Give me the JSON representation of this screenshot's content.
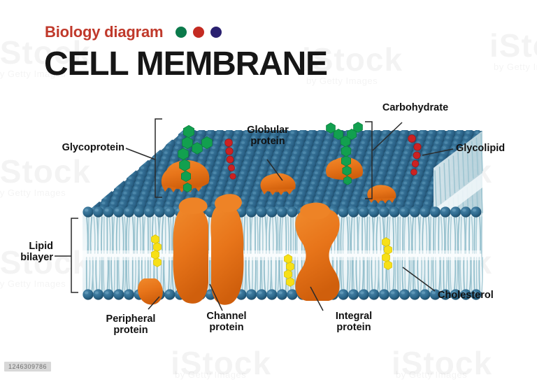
{
  "header": {
    "kicker": "Biology diagram",
    "title": "CELL MEMBRANE",
    "dots": [
      {
        "name": "green-dot",
        "color": "#0B7A4B"
      },
      {
        "name": "red-dot",
        "color": "#C42B22"
      },
      {
        "name": "purple-dot",
        "color": "#2A2070"
      }
    ]
  },
  "watermarks": {
    "brand": "iStock",
    "byline": "by Getty Images",
    "image_id": "1246309786"
  },
  "labels": {
    "glycoprotein": "Glycoprotein",
    "globular_protein": "Globular\nprotein",
    "carbohydrate": "Carbohydrate",
    "glycolipid": "Glycolipid",
    "lipid_bilayer": "Lipid\nbilayer",
    "peripheral_protein": "Peripheral\nprotein",
    "channel_protein": "Channel\nprotein",
    "integral_protein": "Integral\nprotein",
    "cholesterol": "Cholesterol"
  },
  "colors": {
    "phospholipid_head": "#2E6A8E",
    "phospholipid_head_dark": "#1E4E6B",
    "phospholipid_tail": "#7FB6C4",
    "bilayer_fill": "#E8F2F5",
    "protein_orange": "#E8751A",
    "protein_orange_dark": "#D4600F",
    "carbohydrate_green": "#12A04F",
    "glycolipid_red": "#CC2222",
    "cholesterol_yellow": "#F7E017",
    "kicker_red": "#C0392B",
    "title_black": "#161616",
    "leader_line": "#2A2A2A"
  },
  "diagram": {
    "type": "cell-membrane-cross-section",
    "structures": [
      {
        "name": "glycoprotein",
        "description": "branched green carbohydrate chain on orange membrane protein"
      },
      {
        "name": "globular-protein",
        "description": "orange dome protein on outer surface"
      },
      {
        "name": "glycolipid",
        "description": "red carbohydrate bead chain on lipid head"
      },
      {
        "name": "channel-protein",
        "description": "twin-lobed orange protein spanning bilayer with central pore"
      },
      {
        "name": "integral-protein",
        "description": "hourglass orange protein spanning bilayer"
      },
      {
        "name": "peripheral-protein",
        "description": "orange protein attached to inner surface"
      },
      {
        "name": "cholesterol",
        "description": "yellow hexagon stacks between phospholipid tails"
      },
      {
        "name": "lipid-bilayer",
        "description": "two layers of phospholipid heads and tails"
      }
    ]
  }
}
